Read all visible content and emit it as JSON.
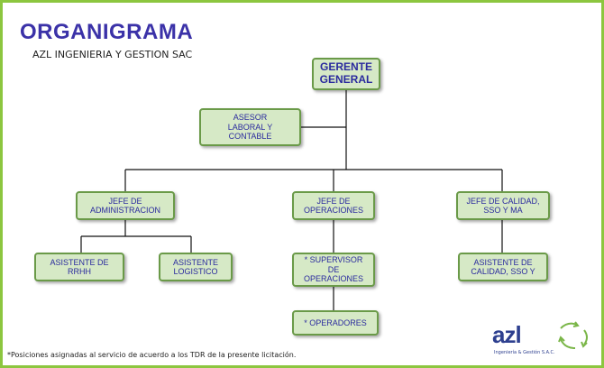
{
  "header": {
    "title": "ORGANIGRAMA",
    "company": "AZL INGENIERIA Y GESTION SAC"
  },
  "nodes": {
    "gerente": "GERENTE\nGENERAL",
    "asesor": "ASESOR\nLABORAL Y\nCONTABLE",
    "jefe_admin": "JEFE DE\nADMINISTRACION",
    "jefe_oper": "JEFE DE\nOPERACIONES",
    "jefe_calidad": "JEFE DE CALIDAD,\nSSO Y MA",
    "asist_rrhh": "ASISTENTE DE\nRRHH",
    "asist_log": "ASISTENTE\nLOGISTICO",
    "supervisor": "* SUPERVISOR\nDE\nOPERACIONES",
    "operadores": "* OPERADORES",
    "asist_calidad": "ASISTENTE DE\nCALIDAD, SSO Y"
  },
  "footnote": "*Posiciones asignadas al servicio de acuerdo a los TDR de la presente licitación.",
  "logo": {
    "word": "azl",
    "tagline": "Ingeniería & Gestión S.A.C.",
    "icon": "recycle-arrows-icon"
  },
  "colors": {
    "frame": "#8cc63f",
    "box_fill": "#d6e9c6",
    "box_border": "#6a9a48",
    "text": "#2a2a9e",
    "title": "#3b32a8"
  }
}
